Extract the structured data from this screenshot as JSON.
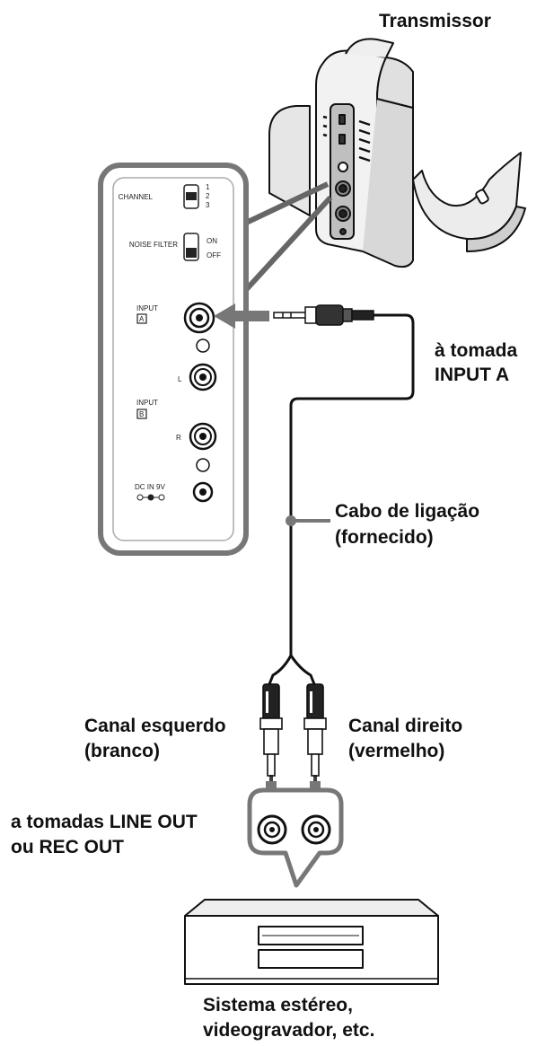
{
  "labels": {
    "transmitter": "Transmissor",
    "input_a_line1": "à tomada",
    "input_a_line2": "INPUT A",
    "cable_line1": "Cabo de ligação",
    "cable_line2": "(fornecido)",
    "left_line1": "Canal esquerdo",
    "left_line2": "(branco)",
    "right_line1": "Canal direito",
    "right_line2": "(vermelho)",
    "lineout_line1": "a tomadas LINE OUT",
    "lineout_line2": "ou REC OUT",
    "stereo_line1": "Sistema estéreo,",
    "stereo_line2": "videogravador, etc."
  },
  "panel": {
    "channel": "CHANNEL",
    "channel_pos1": "1",
    "channel_pos2": "2",
    "channel_pos3": "3",
    "noise_filter": "NOISE FILTER",
    "on": "ON",
    "off": "OFF",
    "input_a": "INPUT",
    "input_a_letter": "A",
    "input_b": "INPUT",
    "input_b_letter": "B",
    "l": "L",
    "r": "R",
    "dc_in": "DC IN 9V"
  },
  "icons": [
    "transmitter-illustration",
    "connector-panel",
    "mini-plug-icon",
    "rca-plug-icon",
    "rca-jack-icon",
    "arrow-icon",
    "stereo-device-icon"
  ]
}
